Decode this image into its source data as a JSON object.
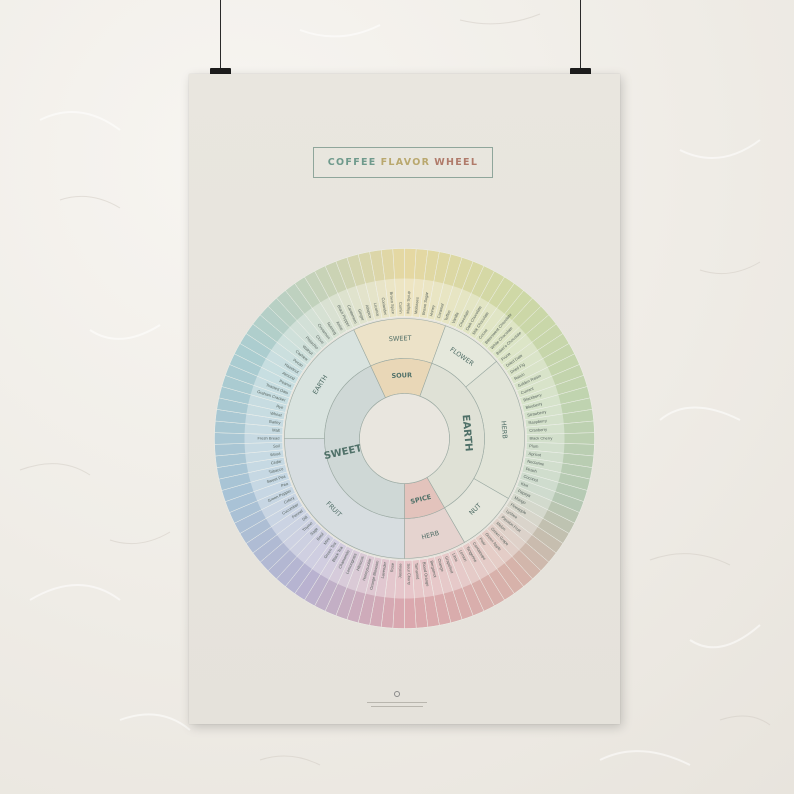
{
  "poster": {
    "title_part1": "COFFEE",
    "title_part2": "FLAVOR",
    "title_part3": "WHEEL"
  },
  "wheel": {
    "inner": [
      {
        "label": "SWEET",
        "color": "#cfd8d6"
      },
      {
        "label": "SOUR",
        "color": "#e9d7b7"
      },
      {
        "label": "EARTH",
        "color": "#dfe1d6"
      },
      {
        "label": "SPICE",
        "color": "#e3c3bc"
      }
    ],
    "middle": [
      {
        "label": "FRUIT"
      },
      {
        "label": "EARTH"
      },
      {
        "label": "SWEET"
      },
      {
        "label": "FLOWER"
      },
      {
        "label": "HERB"
      },
      {
        "label": "NUT"
      },
      {
        "label": "HERB"
      }
    ],
    "outer_labels": [
      "Maple Syrup",
      "Molasses",
      "Brown Sugar",
      "Honey",
      "Caramel",
      "Toffee",
      "Vanilla",
      "Chocolate",
      "Dark Chocolate",
      "Milk Chocolate",
      "Cocoa",
      "Bittersweet Chocolate",
      "White Chocolate",
      "Baker's Chocolate",
      "Prune",
      "Dried Date",
      "Dried Fig",
      "Raisin",
      "Golden Raisin",
      "Currant",
      "Blackberry",
      "Blueberry",
      "Strawberry",
      "Raspberry",
      "Cranberry",
      "Black Cherry",
      "Plum",
      "Apricot",
      "Nectarine",
      "Peach",
      "Coconut",
      "Kiwi",
      "Papaya",
      "Mango",
      "Pineapple",
      "Lychee",
      "Passion Fruit",
      "Melon",
      "Green Grape",
      "Green Apple",
      "Pear",
      "Cantaloupe",
      "Tangerine",
      "Lemon",
      "Lime",
      "Grapefruit",
      "Orange",
      "Bergamot",
      "Blood Orange",
      "Tamarind",
      "Sour Cherry",
      "Jasmine",
      "Rose",
      "Lavender",
      "Orange Blossom",
      "Honeysuckle",
      "Hibiscus",
      "Lemongrass",
      "Chamomile",
      "Black Tea",
      "Green Tea",
      "Mint",
      "Basil",
      "Sage",
      "Thyme",
      "Dill",
      "Fennel",
      "Cucumber",
      "Celery",
      "Green Pepper",
      "Pea",
      "Sweet Pea",
      "Tobacco",
      "Cedar",
      "Wood",
      "Soil",
      "Fresh Bread",
      "Malt",
      "Barley",
      "Wheat",
      "Rye",
      "Graham Cracker",
      "Toasted Oats",
      "Peanut",
      "Almond",
      "Hazelnut",
      "Pecan",
      "Cashew",
      "Walnut",
      "Pistachio",
      "Clove",
      "Cinnamon",
      "Nutmeg",
      "Anise",
      "Black Pepper",
      "Cardamom",
      "Ginger",
      "Allspice",
      "Licorice",
      "Coriander",
      "Brown Spice",
      "Cumin"
    ]
  }
}
